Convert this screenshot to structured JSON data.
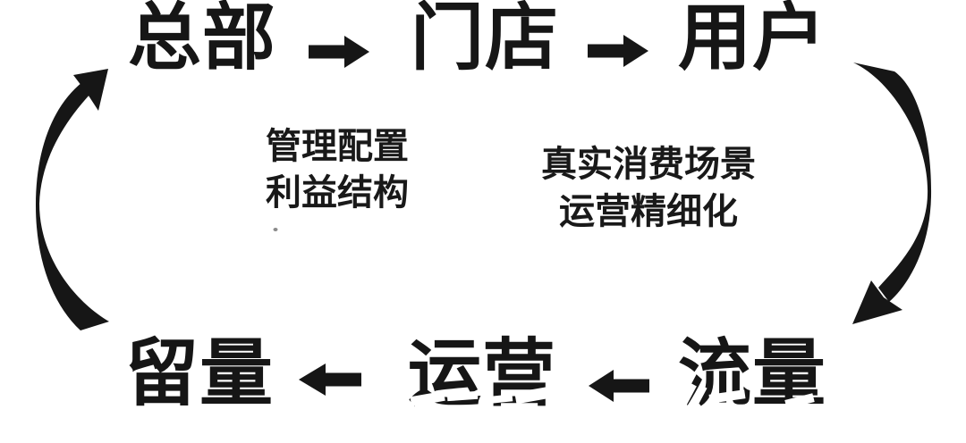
{
  "page": {
    "kind": "flow-cycle-diagram",
    "background_color": "#ffffff",
    "ink_color": "#161616"
  },
  "flow": {
    "top": {
      "direction": "left-to-right",
      "arrow_icon": "right-block-arrow",
      "nodes": [
        {
          "label": "总部"
        },
        {
          "label": "门店"
        },
        {
          "label": "用户"
        }
      ]
    },
    "bottom": {
      "direction": "right-to-left",
      "arrow_icon": "left-block-arrow",
      "nodes": [
        {
          "label": "留量"
        },
        {
          "label": "运营"
        },
        {
          "label": "流量"
        }
      ]
    },
    "connectors": [
      {
        "icon": "curved-arrow-up",
        "side": "left",
        "from": "留量",
        "to": "总部"
      },
      {
        "icon": "curved-arrow-down",
        "side": "right",
        "from": "用户",
        "to": "流量"
      }
    ]
  },
  "annotations": {
    "left": {
      "lines": [
        "管理配置",
        "利益结构"
      ]
    },
    "right": {
      "lines": [
        "真实消费场景",
        "运营精细化"
      ]
    }
  }
}
